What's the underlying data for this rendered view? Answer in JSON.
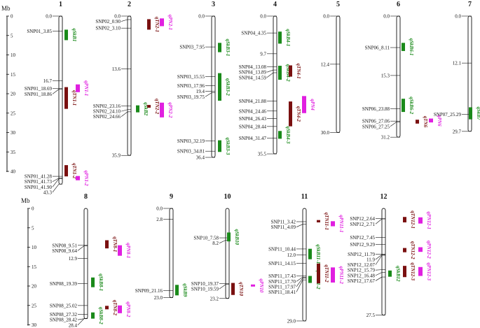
{
  "colors": {
    "qSkB": "#1a8a1a",
    "qTN": "#7a1010",
    "qPN": "#e01fe0",
    "line": "#111111"
  },
  "rulers": [
    {
      "unit": "Mb",
      "ticks": [
        0,
        5,
        10,
        15,
        20,
        25,
        30,
        35,
        40
      ]
    },
    {
      "unit": "Mb",
      "ticks": [
        0,
        5,
        10,
        15,
        20,
        25,
        30
      ]
    }
  ],
  "chromosomes": [
    {
      "id": "1",
      "row": 0,
      "length": 43.3,
      "labels": [
        {
          "text": "0.0",
          "pos": 0.0,
          "side": "left"
        },
        {
          "text": "SNP01_3.85",
          "pos": 3.85,
          "side": "left"
        },
        {
          "text": "16.7",
          "pos": 16.7,
          "side": "left"
        },
        {
          "text": "SNP01_18.69",
          "pos": 18.69,
          "side": "left"
        },
        {
          "text": "SNP01_18.86",
          "pos": 18.86,
          "side": "left"
        },
        {
          "text": "SNP01_41.28",
          "pos": 41.28,
          "side": "left"
        },
        {
          "text": "SNP01_41.73",
          "pos": 41.73,
          "side": "left"
        },
        {
          "text": "SNP01_41.90",
          "pos": 41.9,
          "side": "left"
        },
        {
          "text": "43.3",
          "pos": 43.3,
          "side": "left"
        }
      ],
      "qtls": [
        {
          "name": "qSkB1",
          "type": "qSkB",
          "start": 3.5,
          "end": 6.2
        },
        {
          "name": "qTN1-1",
          "type": "qTN",
          "start": 18.3,
          "end": 23.9
        },
        {
          "name": "qPN1-1",
          "type": "qPN",
          "start": 17.6,
          "end": 19.6
        },
        {
          "name": "qTN1-2",
          "type": "qTN",
          "start": 38.4,
          "end": 41.3
        },
        {
          "name": "qPN1-2",
          "type": "qPN",
          "start": 41.2,
          "end": 42.3
        }
      ]
    },
    {
      "id": "2",
      "row": 0,
      "length": 35.9,
      "labels": [
        {
          "text": "0.0",
          "pos": 0.0,
          "side": "left"
        },
        {
          "text": "SNP02_0.90",
          "pos": 0.9,
          "side": "left"
        },
        {
          "text": "SNP02_3.10",
          "pos": 3.1,
          "side": "left"
        },
        {
          "text": "13.6",
          "pos": 13.6,
          "side": "left"
        },
        {
          "text": "SNP02_23.16",
          "pos": 23.16,
          "side": "left"
        },
        {
          "text": "SNP02_24.10",
          "pos": 24.1,
          "side": "left"
        },
        {
          "text": "SNP02_24.66",
          "pos": 24.66,
          "side": "left"
        },
        {
          "text": "35.9",
          "pos": 35.9,
          "side": "left"
        }
      ],
      "qtls": [
        {
          "name": "qSkB2",
          "type": "qSkB",
          "start": 23.0,
          "end": 24.8
        },
        {
          "name": "qTN2-1",
          "type": "qTN",
          "start": 0.8,
          "end": 3.5
        },
        {
          "name": "qPN2-1",
          "type": "qPN",
          "start": 0.6,
          "end": 2.6
        },
        {
          "name": "qTN2-2",
          "type": "qTN",
          "start": 22.9,
          "end": 23.6
        },
        {
          "name": "qPN2-2",
          "type": "qPN",
          "start": 22.3,
          "end": 26.1
        }
      ]
    },
    {
      "id": "3",
      "row": 0,
      "length": 36.4,
      "labels": [
        {
          "text": "0.0",
          "pos": 0.0,
          "side": "left"
        },
        {
          "text": "SNP03_7.95",
          "pos": 7.95,
          "side": "left"
        },
        {
          "text": "SNP03_15.55",
          "pos": 15.55,
          "side": "left"
        },
        {
          "text": "SNP03_17.96",
          "pos": 17.96,
          "side": "left"
        },
        {
          "text": "19.4",
          "pos": 19.4,
          "side": "left"
        },
        {
          "text": "SNP03_19.75",
          "pos": 19.75,
          "side": "left"
        },
        {
          "text": "SNP03_32.19",
          "pos": 32.19,
          "side": "left"
        },
        {
          "text": "SNP03_34.81",
          "pos": 34.81,
          "side": "left"
        },
        {
          "text": "36.4",
          "pos": 36.4,
          "side": "left"
        }
      ],
      "qtls": [
        {
          "name": "qSkB3-1",
          "type": "qSkB",
          "start": 6.9,
          "end": 9.3
        },
        {
          "name": "qSkB3-2",
          "type": "qSkB",
          "start": 14.7,
          "end": 21.8
        },
        {
          "name": "qSkB3-3",
          "type": "qSkB",
          "start": 32.0,
          "end": 35.0
        }
      ]
    },
    {
      "id": "4",
      "row": 0,
      "length": 35.5,
      "labels": [
        {
          "text": "0.0",
          "pos": 0.0,
          "side": "left"
        },
        {
          "text": "SNP04_4.35",
          "pos": 4.35,
          "side": "left"
        },
        {
          "text": "9.7",
          "pos": 9.7,
          "side": "left"
        },
        {
          "text": "SNP04_13.08",
          "pos": 13.08,
          "side": "left"
        },
        {
          "text": "SNP04_13.89",
          "pos": 13.89,
          "side": "left"
        },
        {
          "text": "SNP04_14.59",
          "pos": 14.59,
          "side": "left"
        },
        {
          "text": "SNP04_21.88",
          "pos": 21.88,
          "side": "left"
        },
        {
          "text": "SNP04_24.46",
          "pos": 24.46,
          "side": "left"
        },
        {
          "text": "SNP04_26.43",
          "pos": 26.43,
          "side": "left"
        },
        {
          "text": "SNP04_28.44",
          "pos": 28.44,
          "side": "left"
        },
        {
          "text": "SNP04_31.47",
          "pos": 31.47,
          "side": "left"
        },
        {
          "text": "35.5",
          "pos": 35.5,
          "side": "left"
        }
      ],
      "qtls": [
        {
          "name": "qSkB4-1",
          "type": "qSkB",
          "start": 4.0,
          "end": 7.1
        },
        {
          "name": "qSkB4-2",
          "type": "qSkB",
          "start": 12.8,
          "end": 16.4
        },
        {
          "name": "qSkB4-3",
          "type": "qSkB",
          "start": 29.6,
          "end": 31.6
        },
        {
          "name": "qTN4-1",
          "type": "qTN",
          "start": 12.7,
          "end": 15.6
        },
        {
          "name": "qTN4-2",
          "type": "qTN",
          "start": 22.0,
          "end": 28.4
        },
        {
          "name": "qPN4",
          "type": "qPN",
          "start": 20.6,
          "end": 25.0
        }
      ]
    },
    {
      "id": "5",
      "row": 0,
      "length": 30.0,
      "labels": [
        {
          "text": "0.0",
          "pos": 0.0,
          "side": "left"
        },
        {
          "text": "12.4",
          "pos": 12.4,
          "side": "left"
        },
        {
          "text": "30.0",
          "pos": 30.0,
          "side": "left"
        }
      ],
      "qtls": []
    },
    {
      "id": "6",
      "row": 0,
      "length": 31.2,
      "labels": [
        {
          "text": "0.0",
          "pos": 0.0,
          "side": "left"
        },
        {
          "text": "SNP06_8.11",
          "pos": 8.11,
          "side": "left"
        },
        {
          "text": "15.3",
          "pos": 15.3,
          "side": "left"
        },
        {
          "text": "SNP06_23.88",
          "pos": 23.88,
          "side": "left"
        },
        {
          "text": "SNP06_27.06",
          "pos": 27.06,
          "side": "left"
        },
        {
          "text": "SNP06_27.25",
          "pos": 27.25,
          "side": "left"
        },
        {
          "text": "31.2",
          "pos": 31.2,
          "side": "left"
        }
      ],
      "qtls": [
        {
          "name": "qSkB6-1",
          "type": "qSkB",
          "start": 6.9,
          "end": 9.0
        },
        {
          "name": "qSkB6-2",
          "type": "qSkB",
          "start": 21.3,
          "end": 24.7
        },
        {
          "name": "qTN6",
          "type": "qTN",
          "start": 26.7,
          "end": 27.7
        },
        {
          "name": "qPN6",
          "type": "qPN",
          "start": 26.4,
          "end": 27.4
        }
      ]
    },
    {
      "id": "7",
      "row": 0,
      "length": 29.7,
      "labels": [
        {
          "text": "0.0",
          "pos": 0.0,
          "side": "left"
        },
        {
          "text": "12.1",
          "pos": 12.1,
          "side": "left"
        },
        {
          "text": "SNP07_25.29",
          "pos": 25.29,
          "side": "left"
        },
        {
          "text": "29.7",
          "pos": 29.7,
          "side": "left"
        }
      ],
      "qtls": [
        {
          "name": "qSkB7",
          "type": "qSkB",
          "start": 23.5,
          "end": 26.6
        }
      ]
    },
    {
      "id": "8",
      "row": 1,
      "length": 28.4,
      "labels": [
        {
          "text": "SNP08_9.51",
          "pos": 9.51,
          "side": "left"
        },
        {
          "text": "SNP08_9.64",
          "pos": 9.64,
          "side": "left"
        },
        {
          "text": "12.9",
          "pos": 12.9,
          "side": "left"
        },
        {
          "text": "SNP08_19.39",
          "pos": 19.39,
          "side": "left"
        },
        {
          "text": "SNP08_25.02",
          "pos": 25.02,
          "side": "left"
        },
        {
          "text": "SNP08_27.32",
          "pos": 27.32,
          "side": "left"
        },
        {
          "text": "SNP08_28.42",
          "pos": 28.42,
          "side": "left"
        },
        {
          "text": "28.4",
          "pos": 28.4,
          "side": "left"
        }
      ],
      "qtls": [
        {
          "name": "qSkB8-1",
          "type": "qSkB",
          "start": 17.8,
          "end": 20.3
        },
        {
          "name": "qSkB8-2",
          "type": "qSkB",
          "start": 26.8,
          "end": 28.4
        },
        {
          "name": "qTN8-1",
          "type": "qTN",
          "start": 8.2,
          "end": 10.3
        },
        {
          "name": "qPN8-1",
          "type": "qPN",
          "start": 9.5,
          "end": 12.2
        },
        {
          "name": "qTN8-2",
          "type": "qTN",
          "start": 25.1,
          "end": 26.0
        },
        {
          "name": "qPN8-2",
          "type": "qPN",
          "start": 25.0,
          "end": 27.0
        }
      ]
    },
    {
      "id": "9",
      "row": 1,
      "length": 23.0,
      "labels": [
        {
          "text": "0.0",
          "pos": 0.0,
          "side": "left"
        },
        {
          "text": "2.8",
          "pos": 2.8,
          "side": "left"
        },
        {
          "text": "SNP09_21.16",
          "pos": 21.16,
          "side": "left"
        },
        {
          "text": "23.0",
          "pos": 23.0,
          "side": "left"
        }
      ],
      "qtls": [
        {
          "name": "qSkB9",
          "type": "qSkB",
          "start": 19.7,
          "end": 22.4
        }
      ]
    },
    {
      "id": "10",
      "row": 1,
      "length": 23.2,
      "labels": [
        {
          "text": "SNP10_7.58",
          "pos": 7.58,
          "side": "left"
        },
        {
          "text": "8.2",
          "pos": 8.2,
          "side": "left"
        },
        {
          "text": "SNP10_19.37",
          "pos": 19.37,
          "side": "left"
        },
        {
          "text": "SNP10_19.59",
          "pos": 19.59,
          "side": "left"
        },
        {
          "text": "23.2",
          "pos": 23.2,
          "side": "left"
        }
      ],
      "qtls": [
        {
          "name": "qSkB10",
          "type": "qSkB",
          "start": 6.2,
          "end": 8.5
        },
        {
          "name": "qTN10",
          "type": "qTN",
          "start": 19.2,
          "end": 22.3
        },
        {
          "name": "qPN10",
          "type": "qPN",
          "start": 19.6,
          "end": 19.9
        }
      ]
    },
    {
      "id": "11",
      "row": 1,
      "length": 29.0,
      "labels": [
        {
          "text": "SNP11_3.42",
          "pos": 3.42,
          "side": "left"
        },
        {
          "text": "SNP11_4.09",
          "pos": 4.09,
          "side": "left"
        },
        {
          "text": "SNP11_10.44",
          "pos": 10.44,
          "side": "left"
        },
        {
          "text": "12.0",
          "pos": 12.0,
          "side": "left"
        },
        {
          "text": "SNP11_14.15",
          "pos": 14.15,
          "side": "left"
        },
        {
          "text": "SNP11_17.43",
          "pos": 17.43,
          "side": "left"
        },
        {
          "text": "SNP11_17.70",
          "pos": 17.7,
          "side": "left"
        },
        {
          "text": "SNP11_17.97",
          "pos": 17.97,
          "side": "left"
        },
        {
          "text": "SNP11_18.41",
          "pos": 18.41,
          "side": "left"
        },
        {
          "text": "29.0",
          "pos": 29.0,
          "side": "left"
        }
      ],
      "qtls": [
        {
          "name": "qSkB11-1",
          "type": "qSkB",
          "start": 10.4,
          "end": 13.1
        },
        {
          "name": "qSkB11-2",
          "type": "qSkB",
          "start": 17.4,
          "end": 19.2
        },
        {
          "name": "qTN11-1",
          "type": "qTN",
          "start": 3.0,
          "end": 3.6
        },
        {
          "name": "qPN11-1",
          "type": "qPN",
          "start": 3.3,
          "end": 4.6
        },
        {
          "name": "qTN11-2",
          "type": "qTN",
          "start": 14.2,
          "end": 19.3
        },
        {
          "name": "qPN11-2",
          "type": "qPN",
          "start": 15.2,
          "end": 19.1
        }
      ]
    },
    {
      "id": "12",
      "row": 1,
      "length": 27.5,
      "labels": [
        {
          "text": "SNP12_2.64",
          "pos": 2.64,
          "side": "left"
        },
        {
          "text": "SNP12_2.71",
          "pos": 2.71,
          "side": "left"
        },
        {
          "text": "SNP12_7.45",
          "pos": 7.45,
          "side": "left"
        },
        {
          "text": "SNP12_9.29",
          "pos": 9.29,
          "side": "left"
        },
        {
          "text": "SNP12_11.79",
          "pos": 11.79,
          "side": "left"
        },
        {
          "text": "11.9",
          "pos": 11.9,
          "side": "left"
        },
        {
          "text": "SNP12_12.07",
          "pos": 12.07,
          "side": "left"
        },
        {
          "text": "SNP12_15.79",
          "pos": 15.79,
          "side": "left"
        },
        {
          "text": "SNP12_16.48",
          "pos": 16.48,
          "side": "left"
        },
        {
          "text": "SNP12_17.67",
          "pos": 17.67,
          "side": "left"
        },
        {
          "text": "27.5",
          "pos": 27.5,
          "side": "left"
        }
      ],
      "qtls": [
        {
          "name": "qSkB12",
          "type": "qSkB",
          "start": 16.0,
          "end": 17.6
        },
        {
          "name": "qTN12-1",
          "type": "qTN",
          "start": 2.2,
          "end": 3.6
        },
        {
          "name": "qPN12-1",
          "type": "qPN",
          "start": 2.3,
          "end": 3.9
        },
        {
          "name": "qTN12-2",
          "type": "qTN",
          "start": 10.2,
          "end": 11.3
        },
        {
          "name": "qPN12-2",
          "type": "qPN",
          "start": 10.0,
          "end": 11.2
        },
        {
          "name": "qTN12-3",
          "type": "qTN",
          "start": 14.8,
          "end": 17.7
        },
        {
          "name": "qPN12-3",
          "type": "qPN",
          "start": 15.1,
          "end": 17.4
        }
      ]
    }
  ]
}
